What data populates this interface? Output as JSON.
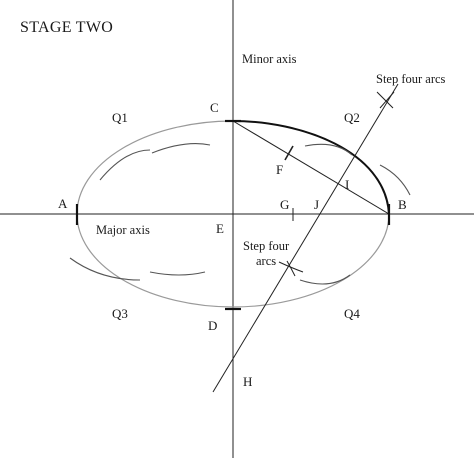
{
  "title": "STAGE TWO",
  "points": {
    "A": "A",
    "B": "B",
    "C": "C",
    "D": "D",
    "E": "E",
    "F": "F",
    "G": "G",
    "H": "H",
    "I": "I",
    "J": "J"
  },
  "quadrants": {
    "q1": "Q1",
    "q2": "Q2",
    "q3": "Q3",
    "q4": "Q4"
  },
  "labels": {
    "minor_axis": "Minor axis",
    "major_axis": "Major axis",
    "step_top": "Step four arcs",
    "step_mid_line1": "Step four",
    "step_mid_line2": "arcs"
  }
}
